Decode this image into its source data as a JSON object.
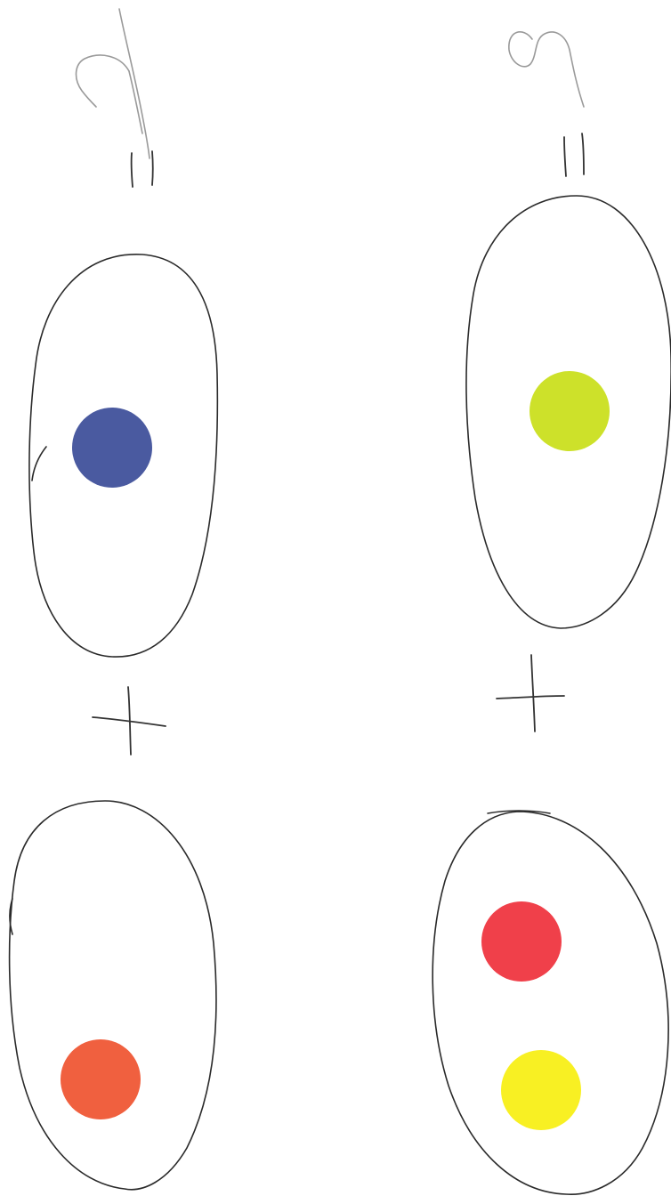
{
  "panels": [
    {
      "name": "left",
      "result_dots": 1,
      "result_colors": [
        "#4a5aa0"
      ],
      "term_a_colors": [],
      "term_b_colors": [
        "#f0603f"
      ]
    },
    {
      "name": "right",
      "result_dots": 1,
      "result_colors": [
        "#cde12a"
      ],
      "term_a_colors": [
        "#f0404a"
      ],
      "term_b_colors": [
        "#f8f023"
      ]
    }
  ],
  "operators": [
    "equals",
    "plus"
  ],
  "colors": {
    "outline": "#2a2a2a",
    "pencil": "#9a9a9a",
    "background": "#ffffff"
  }
}
